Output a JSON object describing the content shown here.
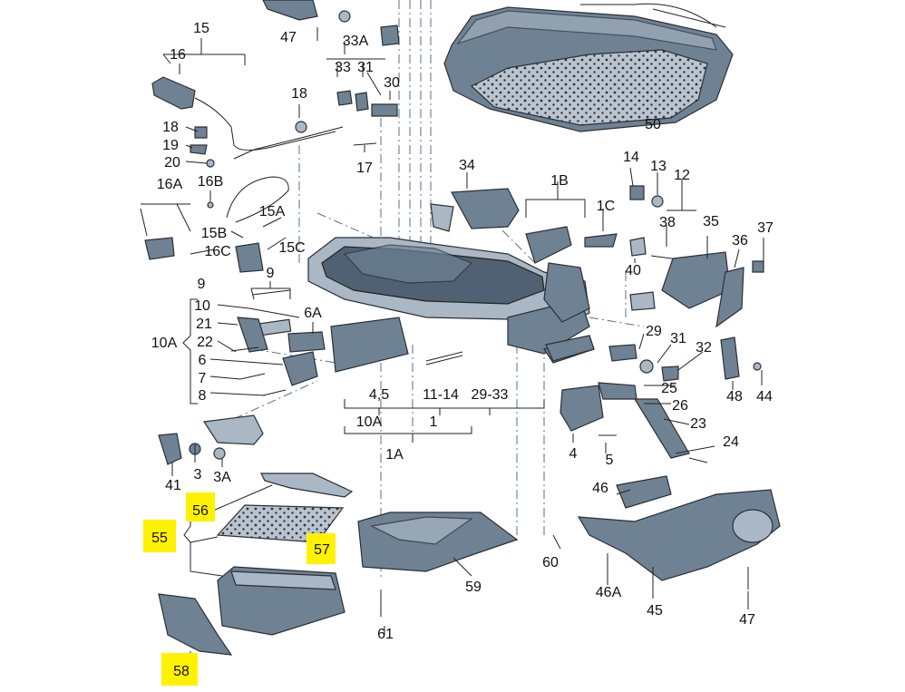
{
  "labels": {
    "l15": "15",
    "l16": "16",
    "l47a": "47",
    "l33A": "33A",
    "l33": "33",
    "l31a": "31",
    "l18a": "18",
    "l30": "30",
    "l17": "17",
    "l50": "50",
    "l18b": "18",
    "l19": "19",
    "l20": "20",
    "l16B": "16B",
    "l16A": "16A",
    "l15A": "15A",
    "l15B": "15B",
    "l16C": "16C",
    "l15C": "15C",
    "l34": "34",
    "l1B": "1B",
    "l1C": "1C",
    "l14": "14",
    "l13": "13",
    "l12": "12",
    "l38": "38",
    "l35": "35",
    "l37": "37",
    "l36": "36",
    "l40": "40",
    "l9a": "9",
    "l9b": "9",
    "l10": "10",
    "l21": "21",
    "l22": "22",
    "l6A": "6A",
    "l10A": "10A",
    "l6": "6",
    "l7": "7",
    "l8": "8",
    "l29a": "29",
    "l31b": "31",
    "l32": "32",
    "l48": "48",
    "l44": "44",
    "l45_": "4,5",
    "l1114": "11-14",
    "l2933": "29-33",
    "l25": "25",
    "l26": "26",
    "l23": "23",
    "l10Ab": "10A",
    "l1": "1",
    "l1A": "1A",
    "l4": "4",
    "l5": "5",
    "l24": "24",
    "l41": "41",
    "l3": "3",
    "l3A": "3A",
    "l56": "56",
    "l55": "55",
    "l57": "57",
    "l59": "59",
    "l46": "46",
    "l60": "60",
    "l46A": "46A",
    "l45": "45",
    "l47b": "47",
    "l61": "61",
    "l58": "58"
  },
  "highlighted_labels": [
    "56",
    "55",
    "57",
    "58"
  ],
  "colors": {
    "highlight": "#fff200",
    "part_fill": "#6f8294",
    "part_light": "#aab7c4",
    "part_dark": "#4f6172",
    "leader_line": "#222222",
    "centerline": "#5b6e80"
  }
}
